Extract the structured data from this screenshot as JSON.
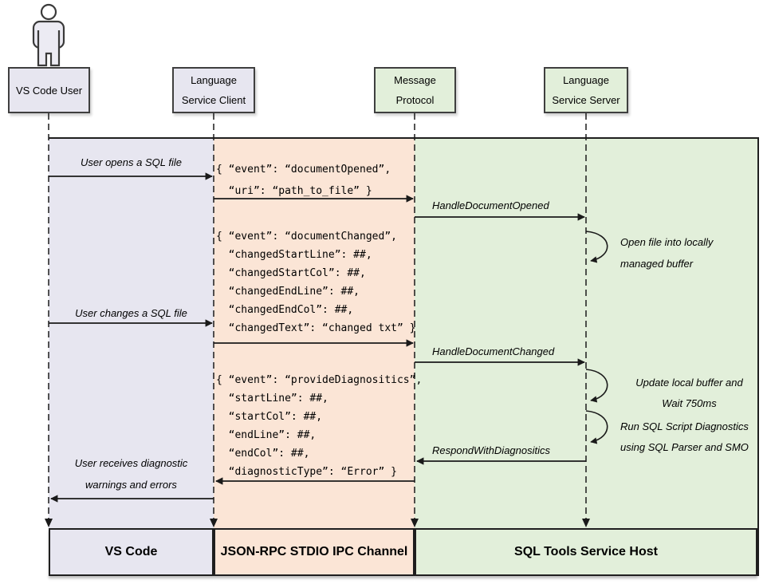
{
  "diagram": {
    "title_implicit": "SQL Tools language service sequence diagram",
    "actors": [
      {
        "id": "vscode-user",
        "lines": [
          "VS Code User"
        ]
      },
      {
        "id": "language-service-client",
        "lines": [
          "Language",
          "Service Client"
        ]
      },
      {
        "id": "message-protocol",
        "lines": [
          "Message",
          "Protocol"
        ]
      },
      {
        "id": "language-service-server",
        "lines": [
          "Language",
          "Service Server"
        ]
      }
    ],
    "labels": {
      "user_opens": "User opens a SQL file",
      "user_changes": "User changes a SQL file",
      "user_receives_line1": "User receives diagnostic",
      "user_receives_line2": "warnings and errors",
      "handle_opened": "HandleDocumentOpened",
      "handle_changed": "HandleDocumentChanged",
      "respond_diagnostics": "RespondWithDiagnositics",
      "loop_open_line1": "Open file into locally",
      "loop_open_line2": "managed buffer",
      "loop_update_line1": "Update local buffer and",
      "loop_update_line2": "Wait 750ms",
      "loop_run_line1": "Run SQL Script Diagnostics",
      "loop_run_line2": "using SQL Parser and SMO"
    },
    "json_messages": {
      "document_opened": "{ “event”: “documentOpened”,\n  “uri”: “path_to_file” }",
      "document_changed": "{ “event”: “documentChanged”,\n  “changedStartLine”: ##,\n  “changedStartCol”: ##,\n  “changedEndLine”: ##,\n  “changedEndCol”: ##,\n  “changedText”: “changed txt” }",
      "provide_diagnostics": "{ “event”: “provideDiagnositics”,\n  “startLine”: ##,\n  “startCol”: ##,\n  “endLine”: ##,\n  “endCol”: ##,\n  “diagnosticType”: “Error” }"
    },
    "footer": {
      "vscode": "VS Code",
      "channel": "JSON-RPC STDIO IPC Channel",
      "host": "SQL Tools Service Host"
    },
    "colors": {
      "lane_vscode": "#e7e6f0",
      "lane_ipc_channel": "#fbe5d6",
      "lane_service_host": "#e2efda",
      "line": "#1a1a1a"
    }
  }
}
